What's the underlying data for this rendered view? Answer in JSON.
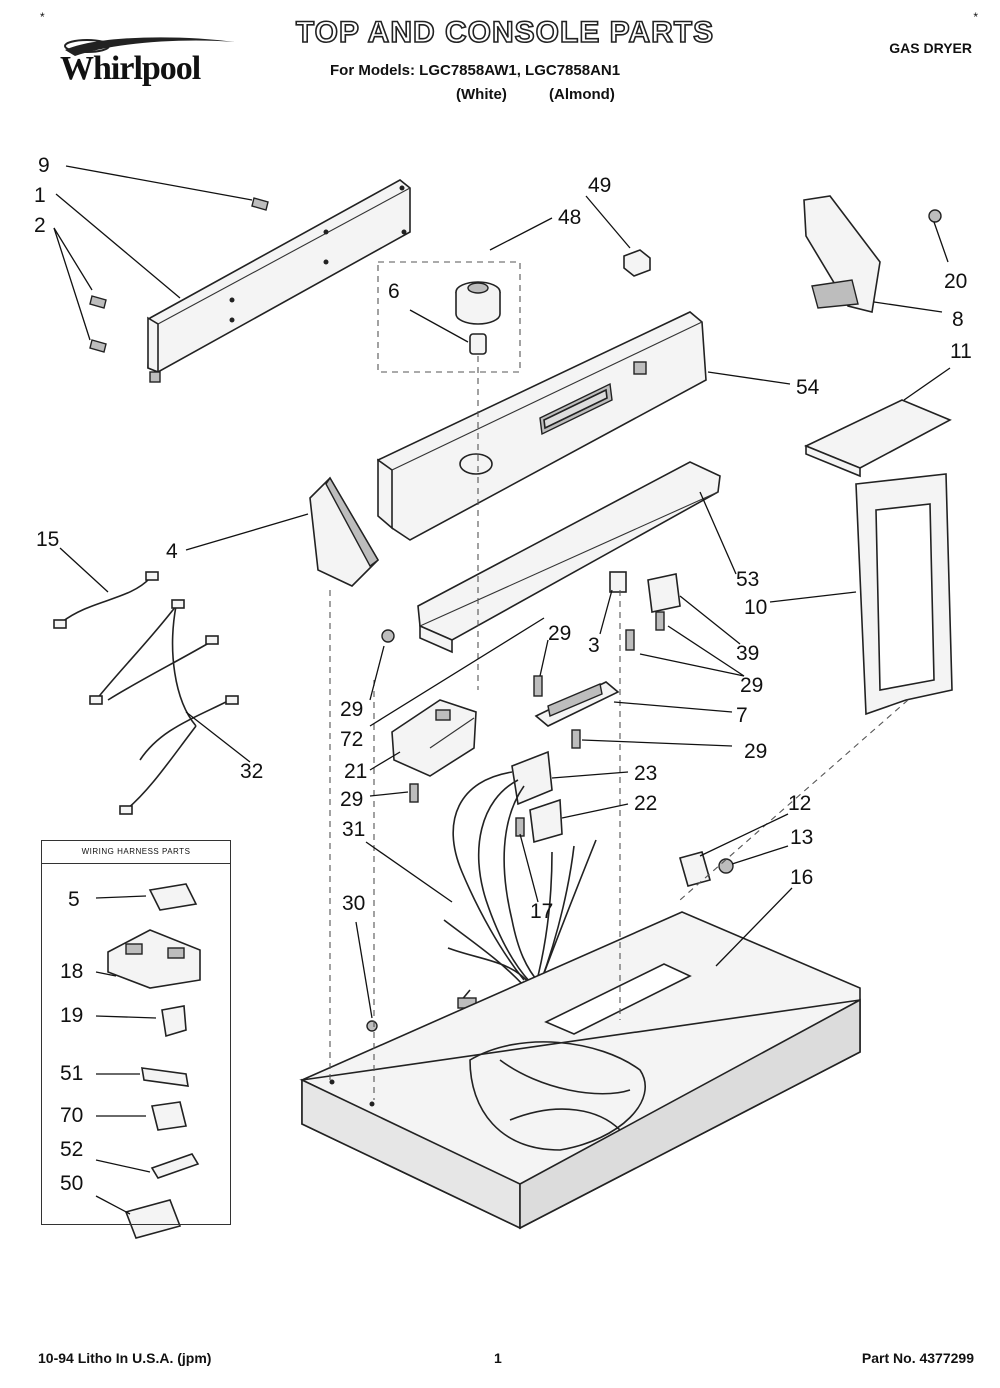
{
  "header": {
    "brand": "Whirlpool",
    "title": "TOP AND CONSOLE PARTS",
    "models_line": "For Models: LGC7858AW1, LGC7858AN1",
    "variants": [
      "(White)",
      "(Almond)"
    ],
    "product_type": "GAS DRYER"
  },
  "corner_marks": [
    "*",
    "*"
  ],
  "harness_table": {
    "heading": "WIRING HARNESS PARTS",
    "items": [
      "5",
      "18",
      "19",
      "51",
      "70",
      "52",
      "50"
    ]
  },
  "callouts": [
    "9",
    "1",
    "2",
    "49",
    "48",
    "6",
    "20",
    "8",
    "54",
    "11",
    "15",
    "4",
    "53",
    "10",
    "3",
    "39",
    "29",
    "29",
    "29",
    "72",
    "7",
    "29",
    "32",
    "21",
    "23",
    "29",
    "22",
    "12",
    "31",
    "13",
    "16",
    "17",
    "30"
  ],
  "footer": {
    "left": "10-94 Litho In U.S.A. (jpm)",
    "page": "1",
    "part_no": "Part No. 4377299"
  }
}
